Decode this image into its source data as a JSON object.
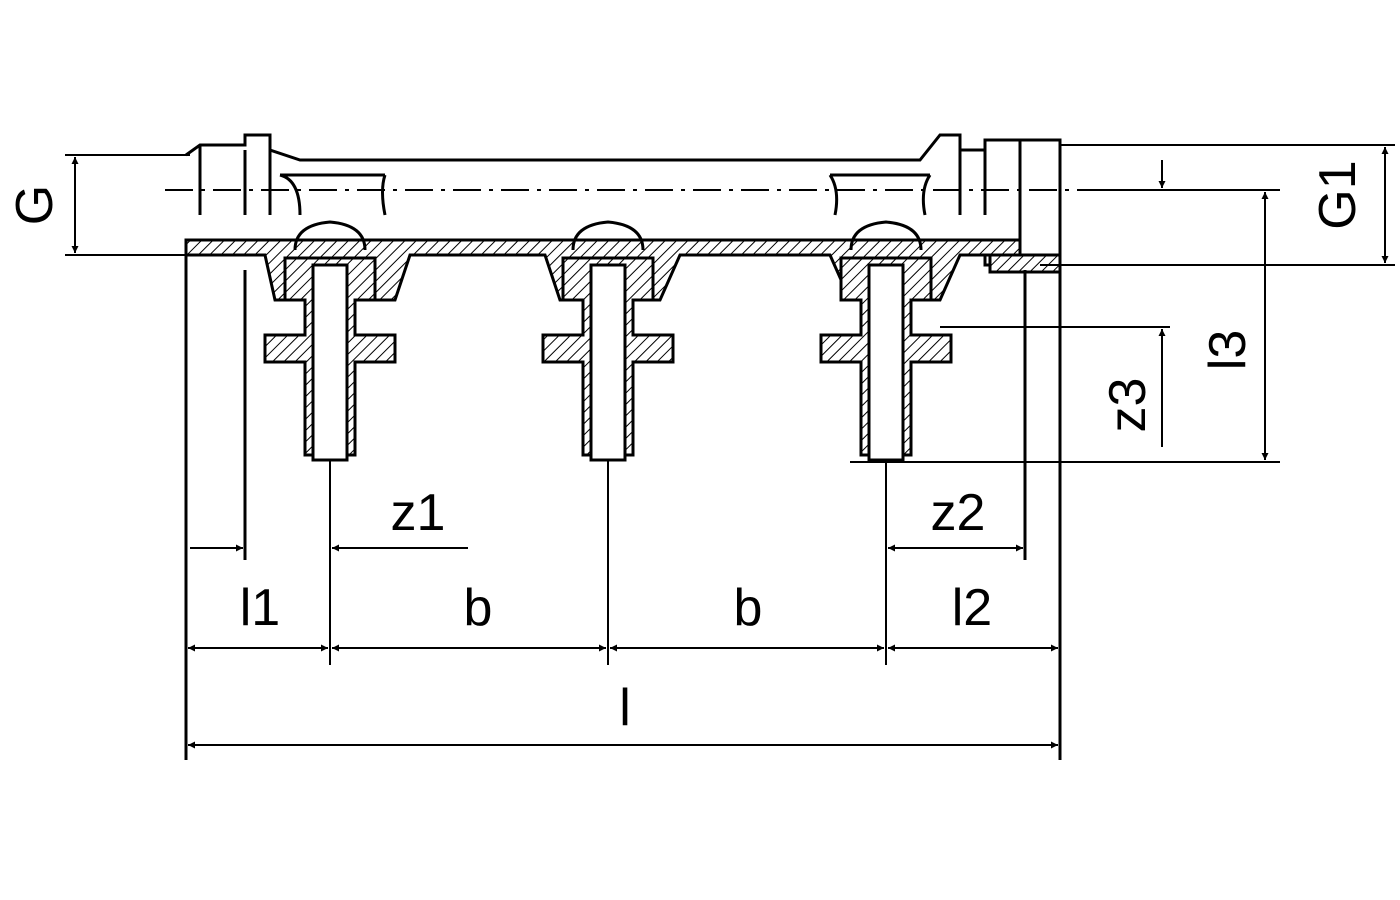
{
  "labels": {
    "G": "G",
    "G1": "G1",
    "l3": "l3",
    "z3": "z3",
    "z1": "z1",
    "z2": "z2",
    "l1": "l1",
    "b_left": "b",
    "b_right": "b",
    "l2": "l2",
    "l": "l"
  }
}
